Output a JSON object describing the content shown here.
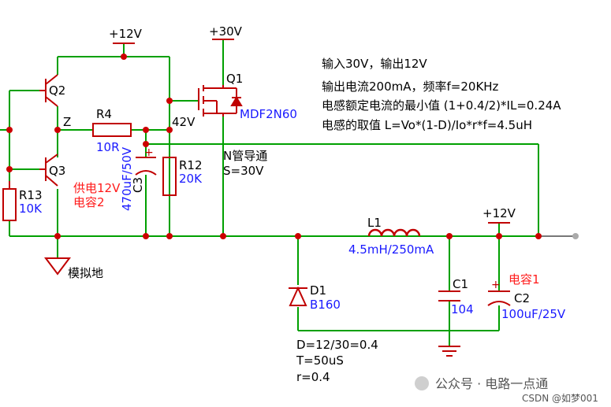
{
  "rails": {
    "top_left": "+12V",
    "top_mid": "+30V",
    "right": "+12V",
    "node_42": "42V",
    "node_z": "Z"
  },
  "components": {
    "q2": {
      "ref": "Q2"
    },
    "q3": {
      "ref": "Q3"
    },
    "q1": {
      "ref": "Q1",
      "value": "MDF2N60"
    },
    "r4": {
      "ref": "R4",
      "value": "10R"
    },
    "r12": {
      "ref": "R12",
      "value": "20K"
    },
    "r13": {
      "ref": "R13",
      "value": "10K"
    },
    "c3": {
      "ref": "C3",
      "value": "470uF/50V"
    },
    "l1": {
      "ref": "L1",
      "value": "4.5mH/250mA"
    },
    "d1": {
      "ref": "D1",
      "value": "B160"
    },
    "c1": {
      "ref": "C1",
      "value": "104"
    },
    "c2": {
      "ref": "C2",
      "value": "100uF/25V",
      "label": "电容1"
    }
  },
  "annotations": {
    "supply_cap_line1": "供电12V",
    "supply_cap_line2": "电容2",
    "ground_label": "模拟地",
    "mos_note_line1": "N管导通",
    "mos_note_line2": "S=30V",
    "duty": "D=12/30=0.4",
    "period": "T=50uS",
    "ratio": "r=0.4"
  },
  "spec_notes": [
    "输入30V，输出12V",
    "输出电流200mA，频率f=20KHz",
    "电感额定电流的最小值 (1+0.4/2)*IL=0.24A",
    "电感的取值 L=Vo*(1-D)/Io*r*f=4.5uH"
  ],
  "watermark": {
    "account": "公众号 · 电路一点通",
    "csdn": "CSDN @如梦001"
  },
  "colors": {
    "wire": "#00a000",
    "component": "#c00000",
    "junction": "#cc0000",
    "value_text": "#1a1aff",
    "label_red": "#ff1a1a"
  }
}
